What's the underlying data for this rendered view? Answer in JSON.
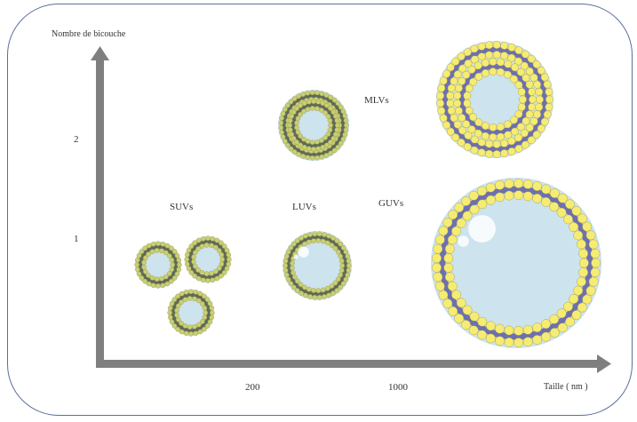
{
  "axes": {
    "y_label": "Nombre de bicouche",
    "x_label": "Taille ( nm )",
    "y_ticks": [
      "1",
      "2"
    ],
    "x_ticks": [
      "200",
      "1000"
    ]
  },
  "vesicle_types": [
    "SUVs",
    "LUVs",
    "MLVs",
    "GUVs"
  ],
  "colors": {
    "frame": "#5b6f9c",
    "axis": "#7f7f7f",
    "lipid_head_small": "#c9cf72",
    "lipid_head_large": "#f6ec72",
    "tail_small": "#5e6b5a",
    "tail_large": "#6d6fb0",
    "lumen": "#cde3ee",
    "text": "#333333"
  }
}
